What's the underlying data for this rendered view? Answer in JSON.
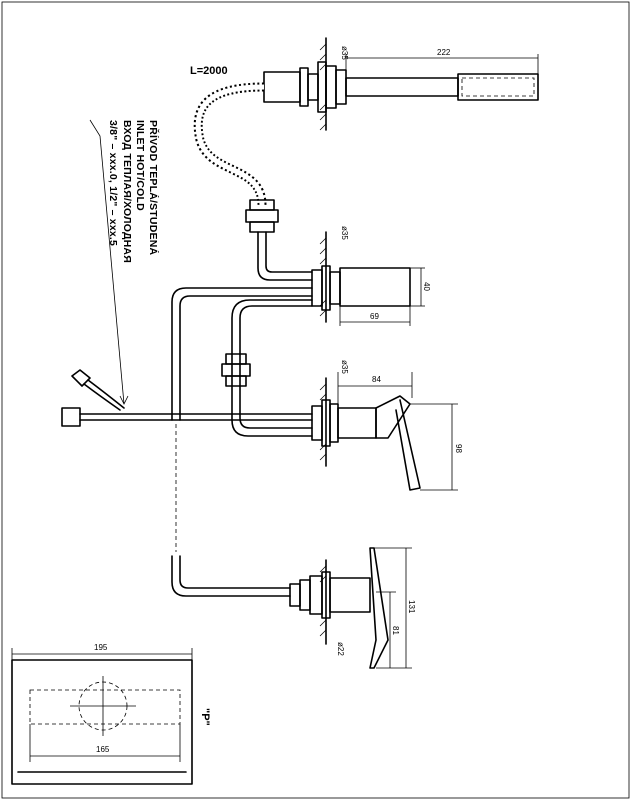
{
  "hose_length": "L=2000",
  "inlet_label": {
    "line1": "PŘÍVOD TEPLÁ/STUDENÁ",
    "line2": "INLET HOT/COLD",
    "line3": "ВХОД ТЕПЛАЯ/ХОЛОДНАЯ",
    "line4": "3/8\" – xxx.0, 1/2\" – xxx.5"
  },
  "dimensions": {
    "hand_shower_length": "222",
    "hand_shower_wall_dia": "ø35",
    "diverter_wall_dia": "ø35",
    "diverter_height": "40",
    "diverter_depth": "69",
    "mixer_wall_dia": "ø35",
    "mixer_depth": "84",
    "mixer_height": "98",
    "spout_wall_dia": "ø22",
    "spout_height": "131",
    "spout_reach": "81",
    "plate_width": "195",
    "plate_inner": "165"
  },
  "view_label": "\"P\""
}
